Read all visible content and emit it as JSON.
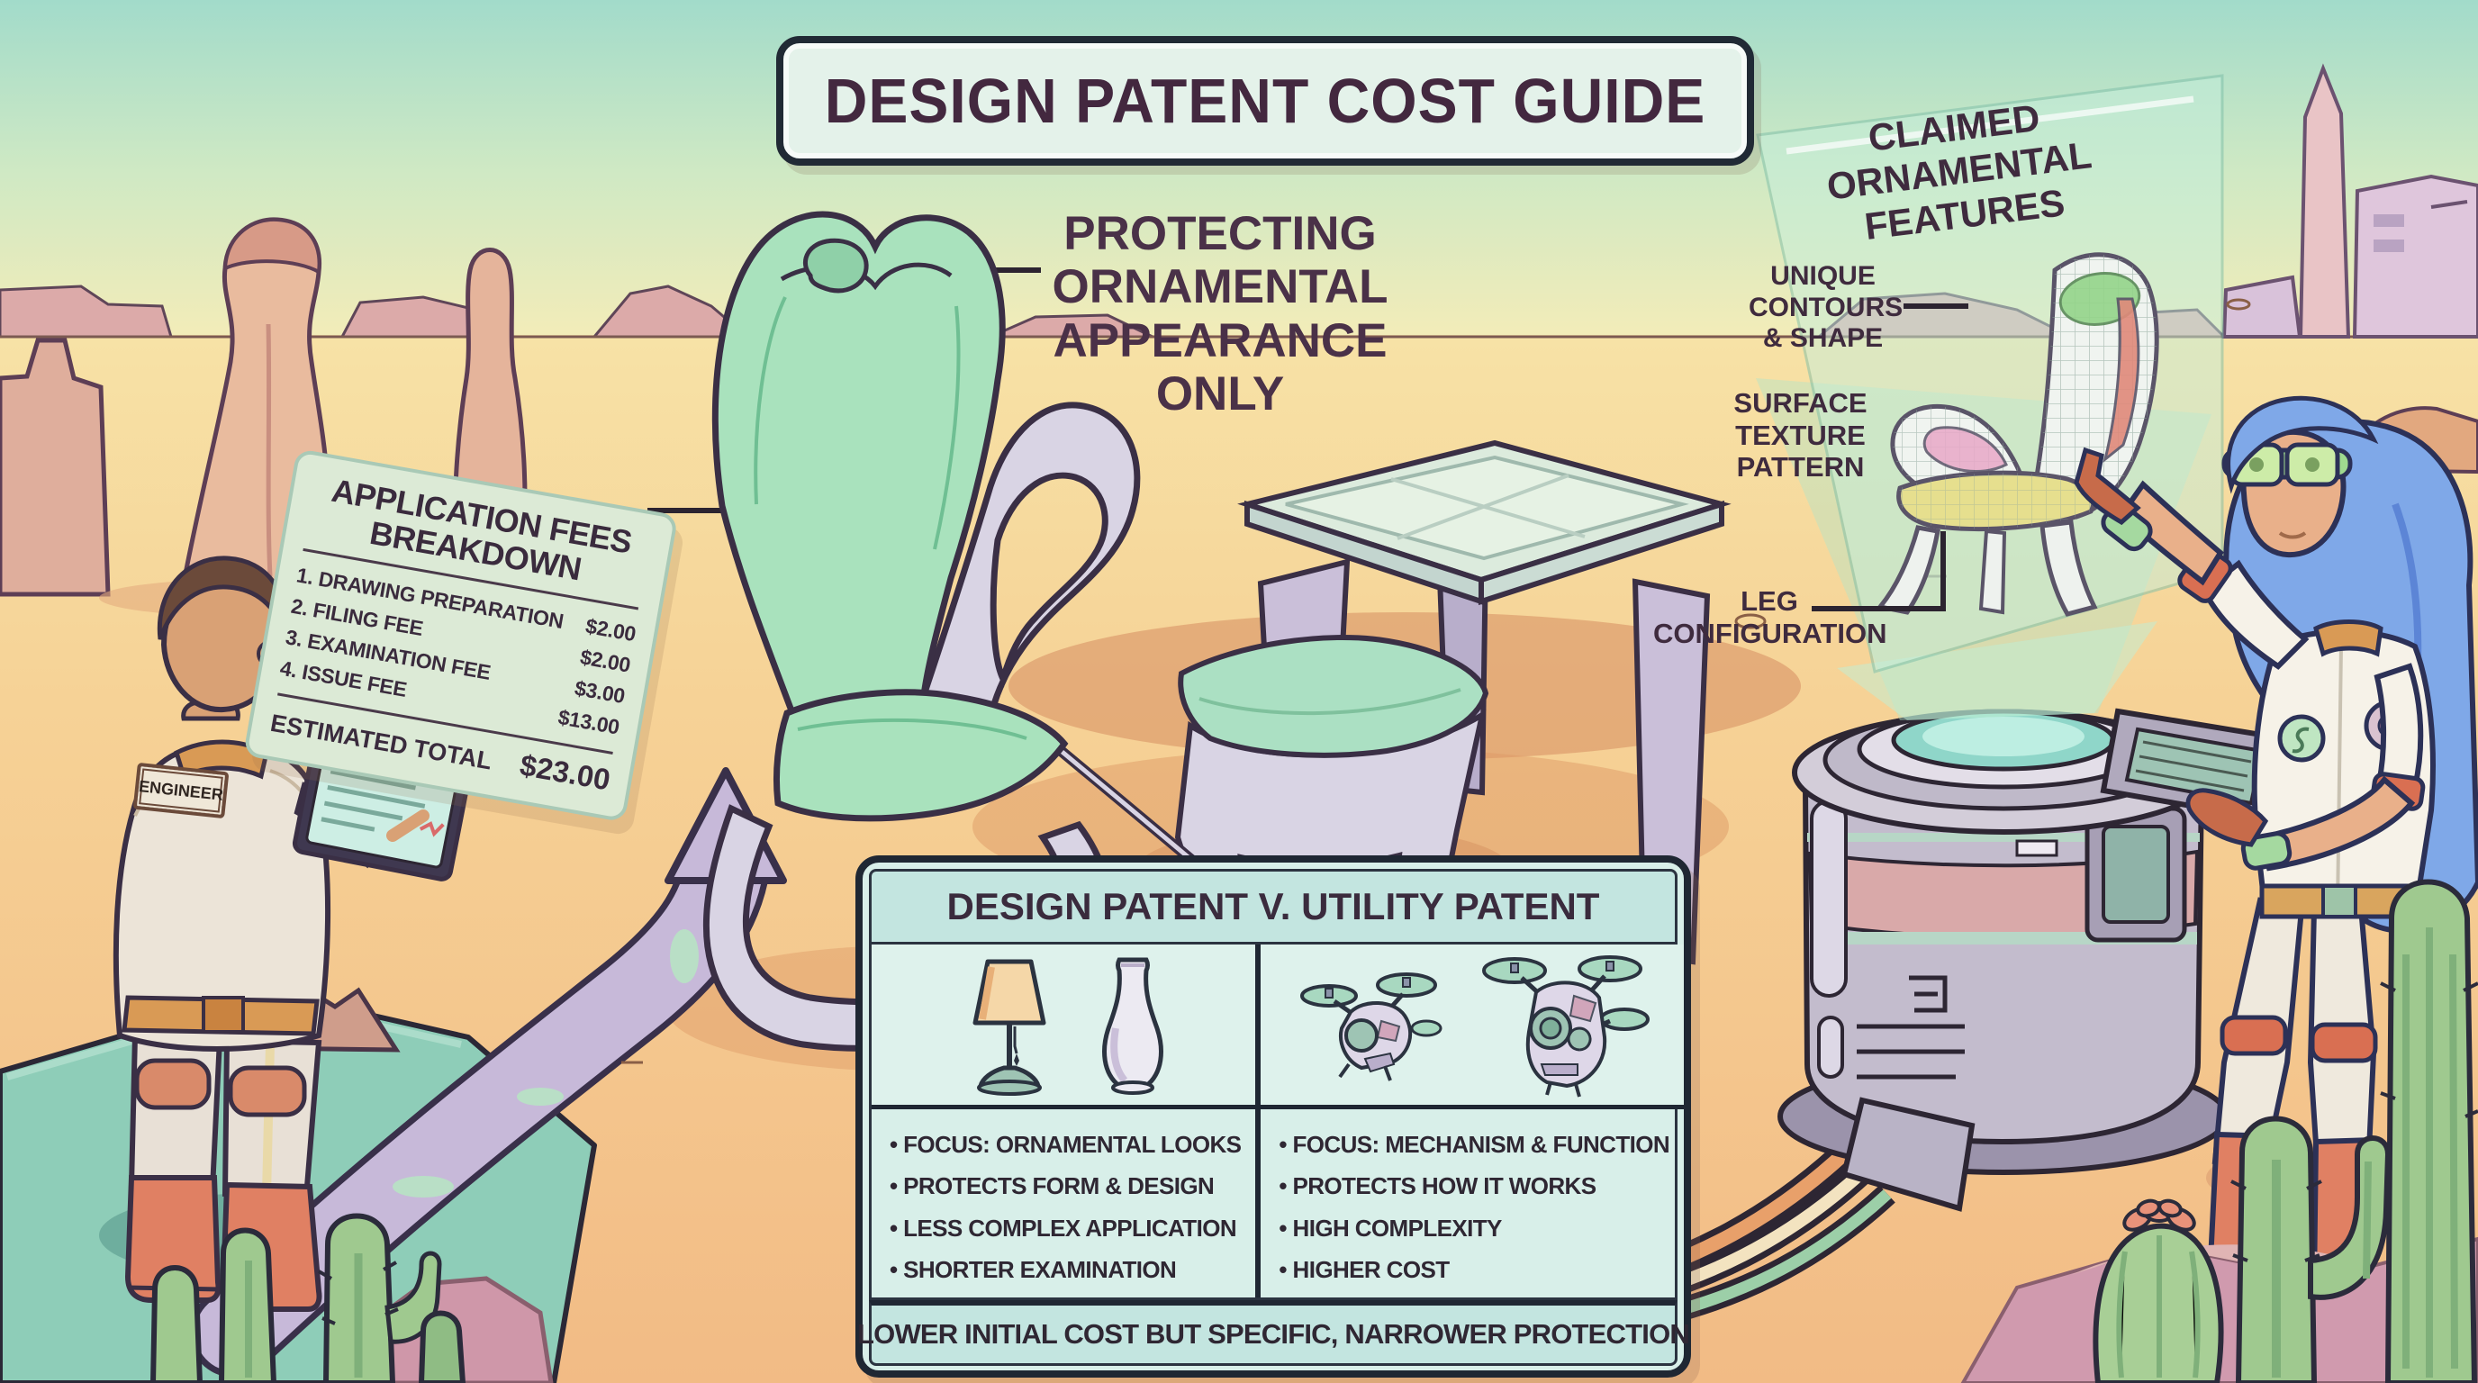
{
  "title": "DESIGN PATENT COST GUIDE",
  "center_caption": "PROTECTING ORNAMENTAL APPEARANCE ONLY",
  "fees": {
    "title": "APPLICATION FEES BREAKDOWN",
    "items": [
      {
        "label": "1. DRAWING PREPARATION",
        "value": "$2.00"
      },
      {
        "label": "2. FILING FEE",
        "value": "$2.00"
      },
      {
        "label": "3. EXAMINATION FEE",
        "value": "$3.00"
      },
      {
        "label": "4. ISSUE FEE",
        "value": "$13.00"
      }
    ],
    "total_label": "ESTIMATED TOTAL",
    "total_value": "$23.00"
  },
  "badge": "ENGINEER",
  "features": {
    "title": "CLAIMED ORNAMENTAL FEATURES",
    "contours": "UNIQUE CONTOURS & SHAPE",
    "texture": "SURFACE TEXTURE PATTERN",
    "legs": "LEG CONFIGURATION"
  },
  "compare": {
    "title": "DESIGN PATENT V. UTILITY PATENT",
    "design_bullets": [
      "FOCUS: ORNAMENTAL LOOKS",
      "PROTECTS FORM & DESIGN",
      "LESS COMPLEX APPLICATION",
      "SHORTER EXAMINATION"
    ],
    "utility_bullets": [
      "FOCUS: MECHANISM & FUNCTION",
      "PROTECTS HOW IT WORKS",
      "HIGH COMPLEXITY",
      "HIGHER COST"
    ],
    "footer": "LOWER INITIAL COST BUT SPECIFIC, NARROWER PROTECTION"
  },
  "icons": {
    "design_examples": [
      "lamp-icon",
      "vase-icon"
    ],
    "utility_examples": [
      "small-drone-icon",
      "large-drone-icon"
    ]
  },
  "colors": {
    "sky": "#a2dbca",
    "sand": "#f5c98c",
    "mint_cushion": "#a9e2bd",
    "panel_bg": "#d8efe9",
    "text_plum": "#3f2b3e",
    "hologram": "#9fe0cf",
    "platform_teal": "#8ecdb8"
  }
}
